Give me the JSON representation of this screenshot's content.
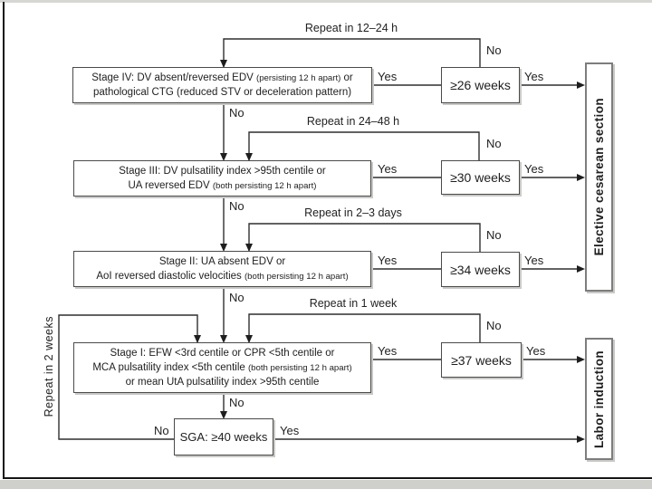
{
  "labels": {
    "yes": "Yes",
    "no": "No"
  },
  "loops": {
    "l1": "Repeat in 12–24 h",
    "l2": "Repeat in 24–48 h",
    "l3": "Repeat in 2–3 days",
    "l4": "Repeat in 1 week",
    "l5": "Repeat in 2 weeks"
  },
  "stages": {
    "s4": {
      "l1a": "Stage IV: DV absent/reversed EDV ",
      "l1b": "(persisting 12 h apart)",
      "l1c": " or",
      "l2": "pathological CTG (reduced STV or deceleration pattern)"
    },
    "s3": {
      "l1": "Stage III: DV pulsatility index >95th centile or",
      "l2a": "UA reversed EDV ",
      "l2b": "(both persisting 12 h apart)"
    },
    "s2": {
      "l1": "Stage II: UA absent EDV or",
      "l2a": "AoI reversed diastolic velocities ",
      "l2b": "(both persisting 12 h apart)"
    },
    "s1": {
      "l1": "Stage I: EFW <3rd centile or CPR <5th centile or",
      "l2a": "MCA pulsatility index <5th centile ",
      "l2b": "(both persisting 12 h apart)",
      "l3": "or mean UtA pulsatility index >95th centile"
    }
  },
  "weeks": {
    "w26": "≥26 weeks",
    "w30": "≥30 weeks",
    "w34": "≥34 weeks",
    "w37": "≥37 weeks"
  },
  "sga": {
    "label": "SGA: ≥40 weeks"
  },
  "outcomes": {
    "cesarean": "Elective cesarean section",
    "induction": "Labor induction"
  },
  "colors": {
    "line": "#2f2f2f",
    "box_border": "#4a4a4a",
    "shadow": "#c9c9c6"
  }
}
